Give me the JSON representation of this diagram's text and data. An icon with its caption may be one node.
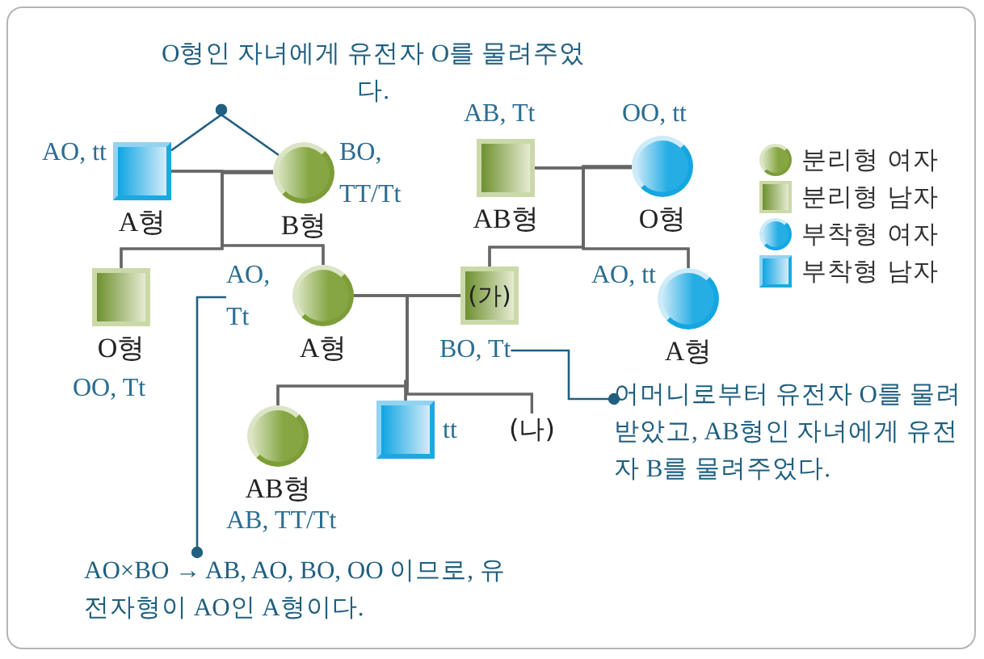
{
  "diagram": {
    "nodes": [
      {
        "text": [
          "O형인 자녀에게 유전자 O를 물려주었다."
        ]
      },
      {
        "text": [
          "A형"
        ],
        "beside": [
          "AO, tt"
        ]
      },
      {
        "text": [
          "B형"
        ],
        "beside": [
          "BO, TT/Tt"
        ]
      },
      {
        "text": [
          "AB형"
        ],
        "beside": [
          "AB, Tt"
        ]
      },
      {
        "text": [
          "O형"
        ],
        "beside": [
          "OO, tt"
        ]
      },
      {
        "text": [
          "O형"
        ],
        "beside": [
          "OO, Tt"
        ]
      },
      {
        "text": [
          "AO, Tt"
        ]
      },
      {
        "text": [
          "A형"
        ]
      },
      {
        "text": [
          "(가)"
        ]
      },
      {
        "text": [
          "A형"
        ],
        "beside": [
          "AO, tt"
        ]
      },
      {
        "text": [
          "BO, Tt"
        ]
      },
      {
        "text": [
          "어머니로부터 유전자 O를 물려받았고, AB형인 자녀에게 유전자 B를 물려주었다."
        ]
      },
      {
        "text": [
          "AB형"
        ],
        "beside": [
          "AB, TT/Tt"
        ]
      },
      {
        "text": [],
        "shape": "box",
        "beside": [
          "tt"
        ]
      },
      {
        "text": [
          "(나)"
        ]
      },
      {
        "text": [
          "AO×BO → AB, AO, BO, OO 이므로, 유전자형이 AO인 A형이다."
        ]
      }
    ],
    "edges": [
      {
        "from": 0,
        "to": 1,
        "arrow": "other",
        "color": "#1f5f80"
      },
      {
        "from": 0,
        "to": 2,
        "arrow": "other",
        "color": "#1f5f80"
      },
      {
        "from": 1,
        "to": 2,
        "arrow": "none"
      },
      {
        "from": 3,
        "to": 4,
        "arrow": "none"
      },
      {
        "from": 1,
        "to": 5,
        "arrow": "none"
      },
      {
        "from": 2,
        "to": 5,
        "arrow": "none"
      },
      {
        "from": 1,
        "to": 7,
        "arrow": "none"
      },
      {
        "from": 2,
        "to": 7,
        "arrow": "none"
      },
      {
        "from": 3,
        "to": 8,
        "arrow": "none"
      },
      {
        "from": 4,
        "to": 8,
        "arrow": "none"
      },
      {
        "from": 3,
        "to": 9,
        "arrow": "none"
      },
      {
        "from": 4,
        "to": 9,
        "arrow": "none"
      },
      {
        "from": 7,
        "to": 8,
        "arrow": "none"
      },
      {
        "from": 7,
        "to": 12,
        "arrow": "none"
      },
      {
        "from": 8,
        "to": 12,
        "arrow": "none"
      },
      {
        "from": 7,
        "to": 13,
        "arrow": "none"
      },
      {
        "from": 8,
        "to": 13,
        "arrow": "none"
      },
      {
        "from": 7,
        "to": 14,
        "arrow": "none"
      },
      {
        "from": 8,
        "to": 14,
        "arrow": "none"
      },
      {
        "from": 15,
        "to": 6,
        "arrow": "other",
        "color": "#1f5f80"
      },
      {
        "from": 11,
        "to": 10,
        "arrow": "other",
        "color": "#1f5f80"
      }
    ],
    "legend": [
      {
        "text": "분리형 여자"
      },
      {
        "text": "분리형 남자"
      },
      {
        "text": "부착형 여자"
      },
      {
        "text": "부착형 남자"
      }
    ]
  }
}
